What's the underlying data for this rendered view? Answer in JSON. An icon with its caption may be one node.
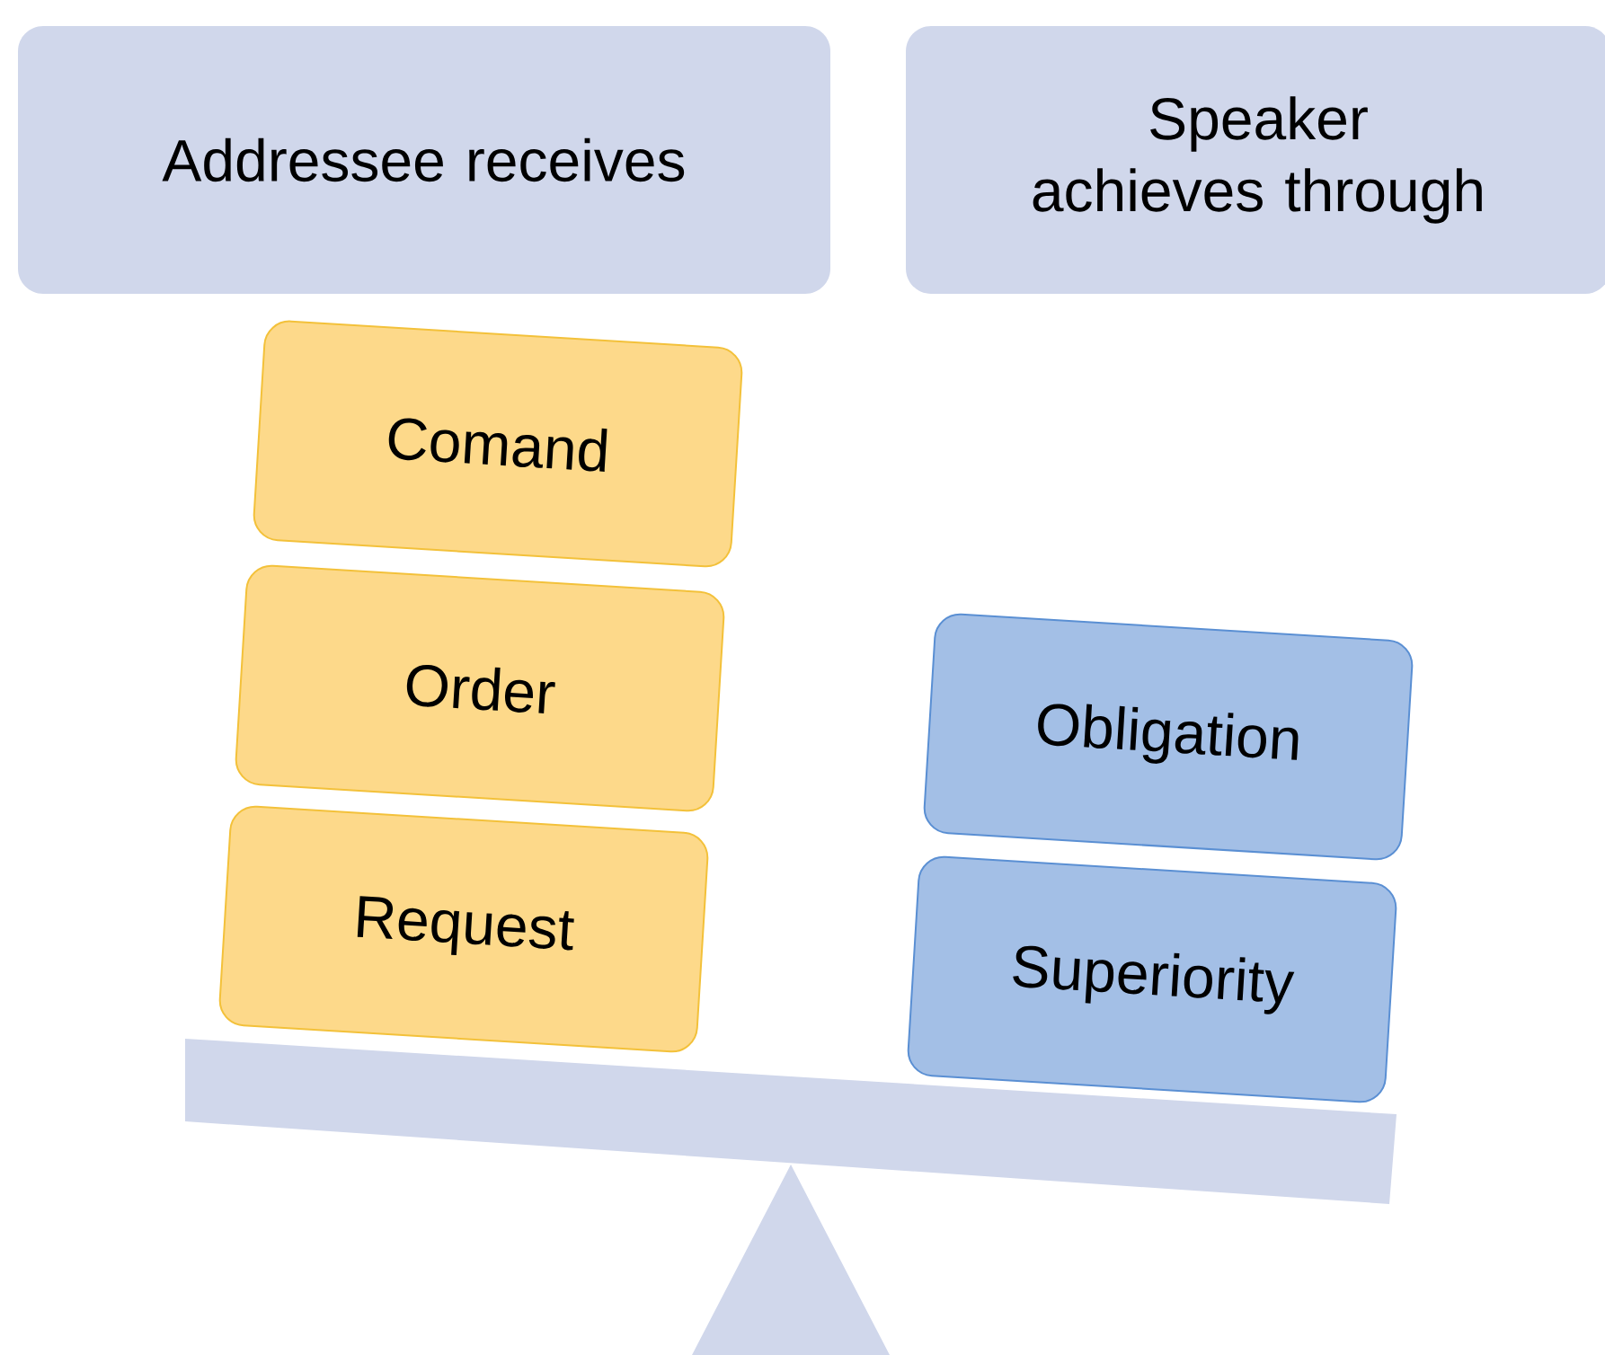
{
  "diagram": {
    "nodes": [
      {
        "text": [
          "Addressee receives"
        ]
      },
      {
        "text": [
          "Speaker achieves through"
        ]
      },
      {
        "text": [
          "Comand"
        ]
      },
      {
        "text": [
          "Order"
        ]
      },
      {
        "text": [
          "Request"
        ]
      },
      {
        "text": [
          "Obligation"
        ]
      },
      {
        "text": [
          "Superiority"
        ]
      }
    ]
  }
}
